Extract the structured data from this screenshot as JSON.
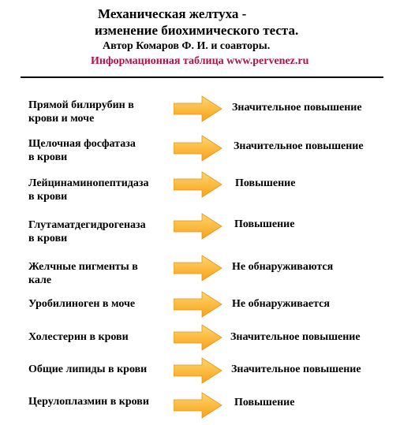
{
  "header": {
    "title_line1": "Механическая желтуха -",
    "title_line2": "изменение биохимического теста.",
    "author": "Автор Комаров Ф. И. и соавторы.",
    "info": "Информационная таблица www.pervenez.ru"
  },
  "colors": {
    "info_text": "#b0104a",
    "arrow_light": "#ffd56b",
    "arrow_dark": "#f7a21c"
  },
  "rows": [
    {
      "label_line1": "Прямой билирубин в",
      "label_line2": "крови и моче",
      "result": "Значительное повышение"
    },
    {
      "label_line1": "Щелочная фосфатаза",
      "label_line2": " в крови",
      "result": "Значительное повышение"
    },
    {
      "label_line1": "Лейцинаминопептидаза",
      "label_line2": " в крови",
      "result": "Повышение"
    },
    {
      "label_line1": "Глутаматдегидрогеназа",
      "label_line2": " в крови",
      "result": "Повышение"
    },
    {
      "label_line1": "Желчные пигменты в",
      "label_line2": "кале",
      "result": "Не обнаруживаются"
    },
    {
      "label_line1": "Уробилиноген в моче",
      "label_line2": "",
      "result": "Не обнаруживается"
    },
    {
      "label_line1": "Холестерин в крови",
      "label_line2": "",
      "result": "Значительное повышение"
    },
    {
      "label_line1": "Общие липиды в крови",
      "label_line2": "",
      "result": "Значительное повышение"
    },
    {
      "label_line1": "Церулоплазмин в крови",
      "label_line2": "",
      "result": "Повышение"
    }
  ]
}
